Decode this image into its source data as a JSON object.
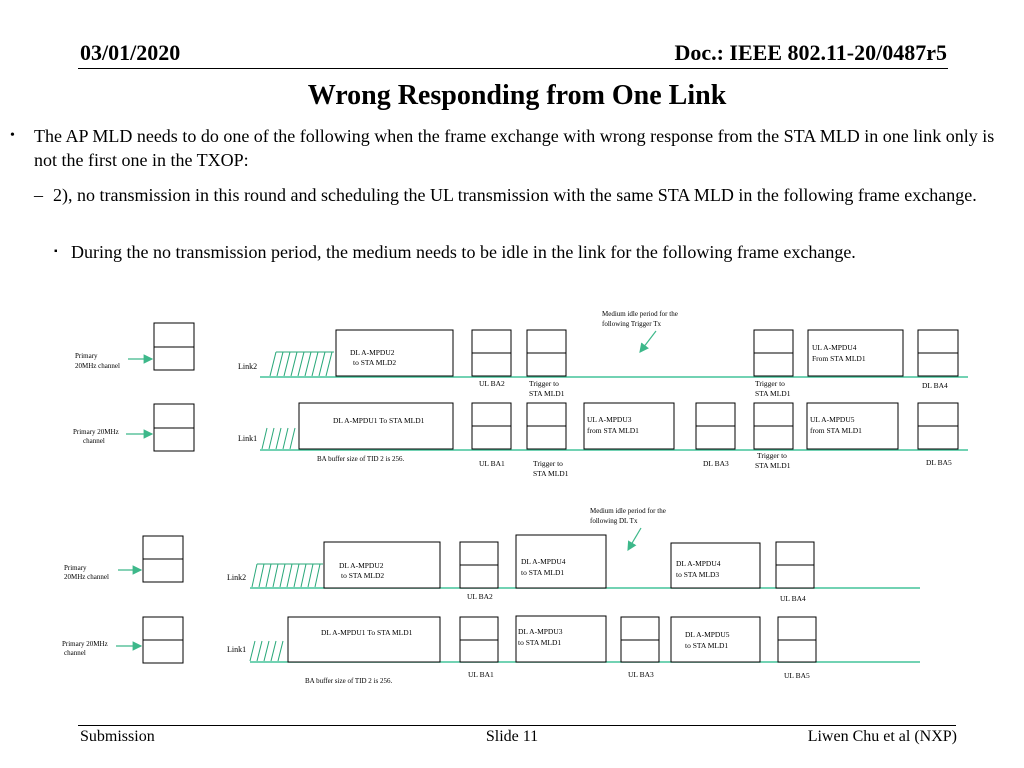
{
  "header": {
    "date": "03/01/2020",
    "doc": "Doc.: IEEE 802.11-20/0487r5"
  },
  "title": "Wrong Responding from One Link",
  "bullets": {
    "l1": "The AP MLD needs to do one of the following when the frame exchange with wrong response from the STA MLD in one link only is not the first one in the TXOP:",
    "l2_marker": "–",
    "l2": "2), no transmission in this round and scheduling the UL transmission with the same STA MLD in the following frame exchange.",
    "l3_marker": "▪",
    "l3": "During the no transmission period, the medium needs to be idle in the link for the following frame exchange.",
    "l1_marker": "•"
  },
  "diagram1": {
    "primary_top": [
      "Primary",
      "20MHz  channel"
    ],
    "primary_bottom": [
      "Primary 20MHz",
      "channel"
    ],
    "link2": "Link2",
    "link1": "Link1",
    "idle_note": [
      "Medium idle period for the",
      "following Trigger Tx"
    ],
    "l2_dl": [
      "DL A-MPDU2",
      "to STA MLD2"
    ],
    "l2_ulba2": "UL BA2",
    "l2_trig1": [
      "Trigger to",
      "STA MLD1"
    ],
    "l2_trig2": [
      "Trigger to",
      "STA MLD1"
    ],
    "l2_ul4": [
      "UL A-MPDU4",
      "From  STA MLD1"
    ],
    "l2_dlba4": "DL BA4",
    "l1_dl": "DL A-MPDU1 To STA MLD1",
    "l1_ul3": [
      "UL A-MPDU3",
      "from STA MLD1"
    ],
    "l1_ul5": [
      "UL A-MPDU5",
      "from STA MLD1"
    ],
    "ba_note": "BA buffer size of TID 2 is 256.",
    "l1_ulba1": "UL BA1",
    "l1_trig1": [
      "Trigger to",
      "STA MLD1"
    ],
    "l1_dlba3": "DL BA3",
    "l1_trig2": [
      "Trigger to",
      "STA MLD1"
    ],
    "l1_dlba5": "DL BA5"
  },
  "diagram2": {
    "primary_top": [
      "Primary",
      "20MHz  channel"
    ],
    "primary_bottom": [
      "Primary 20MHz",
      "channel"
    ],
    "link2": "Link2",
    "link1": "Link1",
    "idle_note": [
      "Medium idle period for the",
      "following DL Tx"
    ],
    "l2_dl2": [
      "DL A-MPDU2",
      "to STA MLD2"
    ],
    "l2_dl4a": [
      "DL A-MPDU4",
      "to  STA MLD1"
    ],
    "l2_dl4b": [
      "DL A-MPDU4",
      "to  STA MLD3"
    ],
    "l2_ulba2": "UL BA2",
    "l2_ulba4": "UL BA4",
    "l1_dl1": "DL A-MPDU1 To STA MLD1",
    "l1_dl3": [
      "DL A-MPDU3",
      "to STA MLD1"
    ],
    "l1_dl5": [
      "DL A-MPDU5",
      "to STA MLD1"
    ],
    "l1_ulba1": "UL BA1",
    "l1_ulba3": "UL BA3",
    "l1_ulba5": "UL BA5",
    "ba_note": "BA buffer size of TID 2 is 256."
  },
  "footer": {
    "left": "Submission",
    "center": "Slide 11",
    "right": "Liwen Chu et al (NXP)"
  },
  "colors": {
    "link_line": "#44c49a",
    "arrow": "#3db88a"
  }
}
